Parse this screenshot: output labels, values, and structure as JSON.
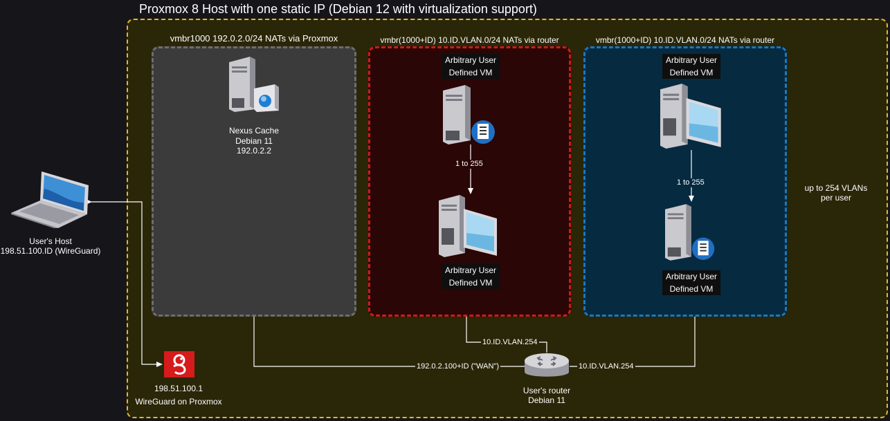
{
  "host": {
    "title": "Proxmox 8 Host with one static IP (Debian 12 with virtualization support)",
    "border_color": "#e8b923",
    "fill_color": "#2a2608"
  },
  "zones": {
    "proxmox_bridge": {
      "title": "vmbr1000 192.0.2.0/24 NATs via Proxmox",
      "border_color": "#6e6e6e",
      "fill_color": "#3b3b3b"
    },
    "vlan_red": {
      "title": "vmbr(1000+ID) 10.ID.VLAN.0/24 NATs via router",
      "border_color": "#d01a1a",
      "fill_color": "#2a0606"
    },
    "vlan_blue": {
      "title": "vmbr(1000+ID) 10.ID.VLAN.0/24 NATs via router",
      "border_color": "#1a78c2",
      "fill_color": "#062a40"
    }
  },
  "nodes": {
    "nexus": {
      "name": "Nexus Cache",
      "os": "Debian 11",
      "ip": "192.0.2.2",
      "icon": "web-server-icon"
    },
    "red_vm_top": {
      "line1": "Arbitrary User",
      "line2": "Defined VM",
      "icon": "document-server-icon"
    },
    "red_vm_bottom": {
      "line1": "Arbitrary User",
      "line2": "Defined VM",
      "icon": "workstation-icon"
    },
    "blue_vm_top": {
      "line1": "Arbitrary User",
      "line2": "Defined VM",
      "icon": "workstation-icon"
    },
    "blue_vm_bottom": {
      "line1": "Arbitrary User",
      "line2": "Defined VM",
      "icon": "document-server-icon"
    },
    "users_host": {
      "line1": "User's Host",
      "line2": "198.51.100.ID (WireGuard)",
      "icon": "laptop-icon"
    },
    "wireguard": {
      "ip": "198.51.100.1",
      "label": "WireGuard on Proxmox",
      "icon": "wireguard-icon",
      "color": "#d51b1b"
    },
    "router": {
      "line1": "User's router",
      "line2": "Debian 11",
      "icon": "router-icon"
    }
  },
  "edge_labels": {
    "red_range": "1 to 255",
    "blue_range": "1 to 255",
    "red_uplink": "10.ID.VLAN.254",
    "blue_uplink": "10.ID.VLAN.254",
    "wan": "192.0.2.100+ID (\"WAN\")"
  },
  "notes": {
    "vlans_line1": "up to 254 VLANs",
    "vlans_line2": "per user"
  }
}
